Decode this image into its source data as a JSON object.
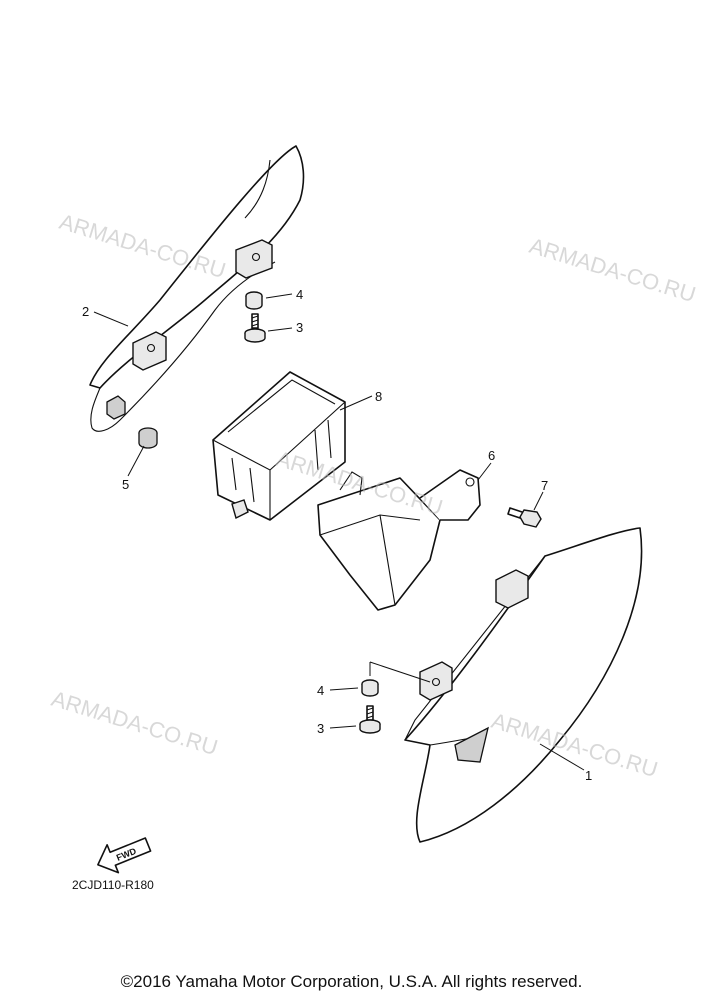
{
  "callouts": {
    "c1": "1",
    "c2": "2",
    "c3a": "3",
    "c3b": "3",
    "c4a": "4",
    "c4b": "4",
    "c5": "5",
    "c6": "6",
    "c7": "7",
    "c8": "8"
  },
  "watermarks": {
    "w1": "ARMADA-CO.RU",
    "w2": "ARMADA-CO.RU",
    "w3": "ARMADA-CO.RU",
    "w4": "ARMADA-CO.RU",
    "w5": "ARMADA-CO.RU"
  },
  "fwd_label": "FWD",
  "diagram_code": "2CJD110-R180",
  "copyright": "©2016 Yamaha Motor Corporation, U.S.A. All rights reserved.",
  "colors": {
    "ink": "#111111",
    "watermark": "#b9b9b9",
    "background": "#ffffff"
  }
}
